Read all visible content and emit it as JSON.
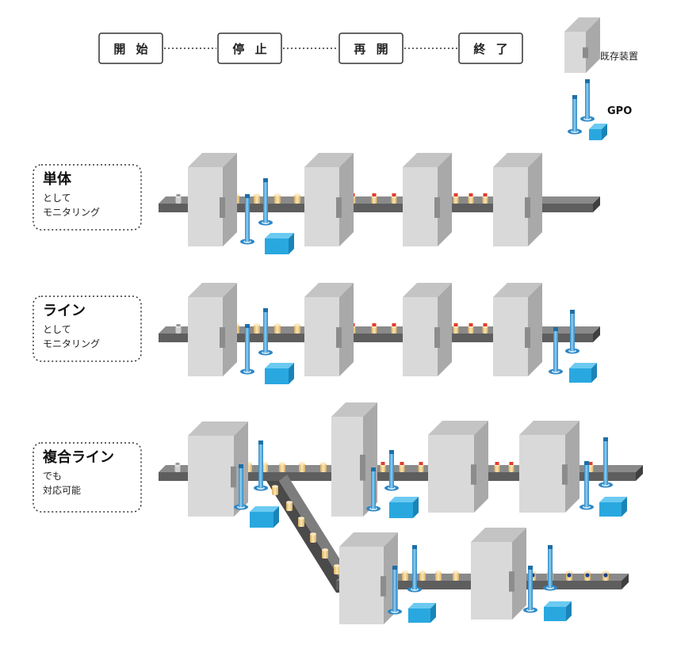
{
  "steps": [
    "開 始",
    "停 止",
    "再 開",
    "終 了"
  ],
  "legend": {
    "device": "既存装置",
    "gpo": "GPO"
  },
  "rows": [
    {
      "title": "単体",
      "subs": [
        "として",
        "モニタリング"
      ]
    },
    {
      "title": "ライン",
      "subs": [
        "として",
        "モニタリング"
      ]
    },
    {
      "title": "複合ライン",
      "subs": [
        "でも",
        "対応可能"
      ]
    }
  ],
  "colors": {
    "machine_front": "#d9d9d9",
    "machine_side": "#a9a9a9",
    "belt": "#5e5e5e",
    "gpo_tower": "#5aa9dc",
    "gpo_box": "#29a8e0",
    "item_cream": "#f3d79a",
    "item_cap_red": "#e43b2a",
    "item_cap_blue": "#1f3f8f"
  }
}
